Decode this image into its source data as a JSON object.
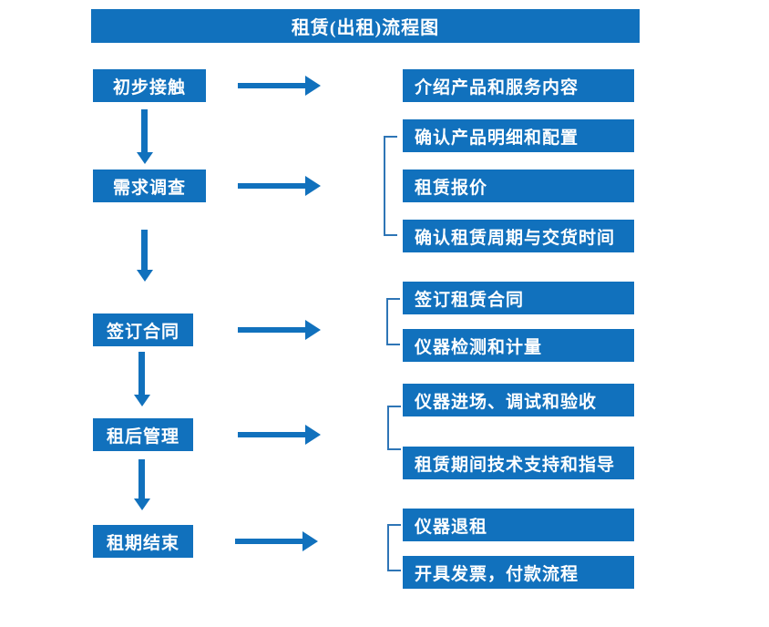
{
  "title": "租赁(出租)流程图",
  "colors": {
    "primary_blue": "#1171bd",
    "bracket_blue": "#2e75b6",
    "text_white": "#ffffff",
    "background": "#ffffff"
  },
  "steps": [
    {
      "label": "初步接触",
      "outputs": [
        "介绍产品和服务内容"
      ]
    },
    {
      "label": "需求调查",
      "outputs": [
        "确认产品明细和配置",
        "租赁报价",
        "确认租赁周期与交货时间"
      ]
    },
    {
      "label": "签订合同",
      "outputs": [
        "签订租赁合同",
        "仪器检测和计量"
      ]
    },
    {
      "label": "租后管理",
      "outputs": [
        "仪器进场、调试和验收",
        "租赁期间技术支持和指导"
      ]
    },
    {
      "label": "租期结束",
      "outputs": [
        "仪器退租",
        "开具发票，付款流程"
      ]
    }
  ]
}
